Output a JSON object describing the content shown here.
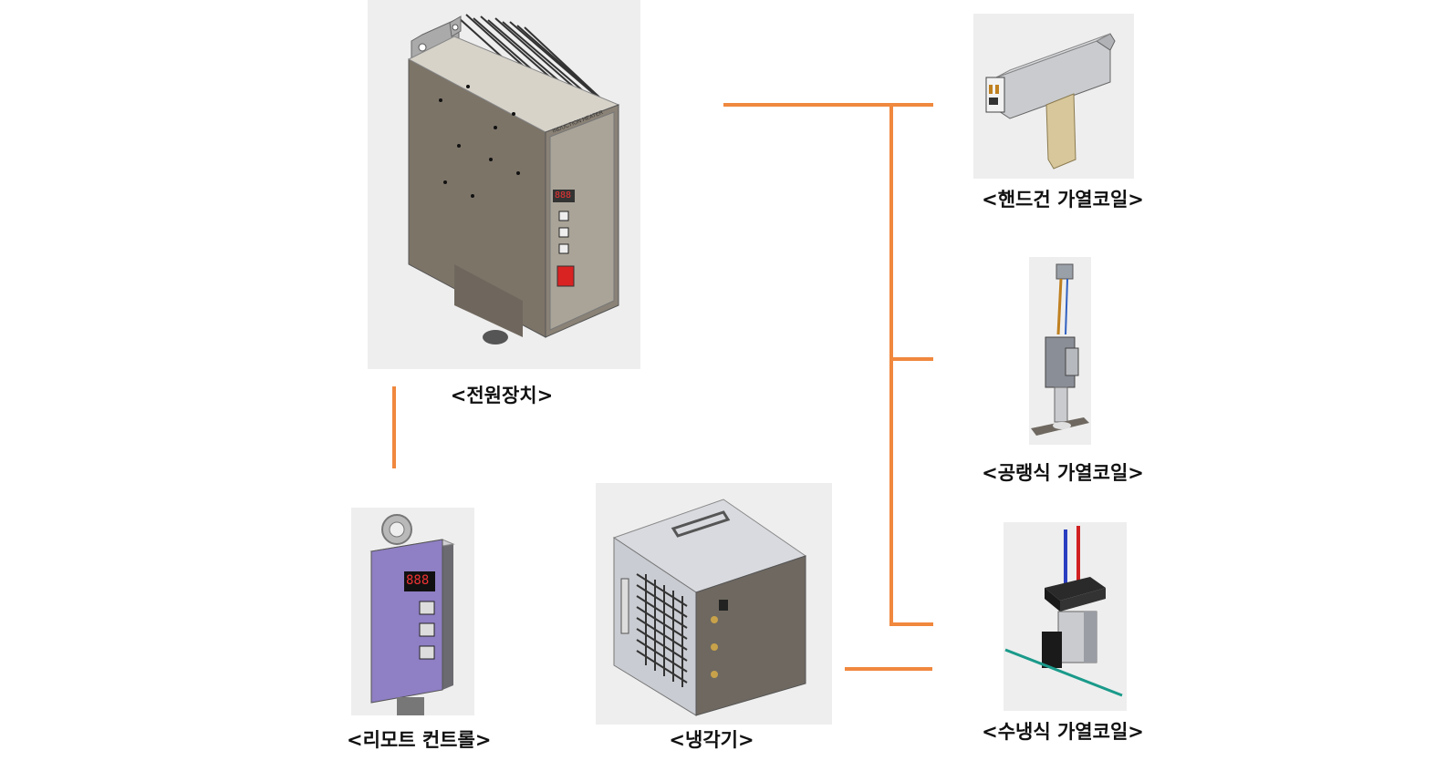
{
  "components": {
    "power_supply": {
      "label": "<전원장치>",
      "panel_title": "INDUCTION HEATER",
      "display": "888"
    },
    "remote_control": {
      "label": "<리모트 컨트롤>",
      "display": "888"
    },
    "chiller": {
      "label": "<냉각기>"
    },
    "handgun_coil": {
      "label": "<핸드건 가열코일>"
    },
    "air_cooled_coil": {
      "label": "<공랭식 가열코일>"
    },
    "water_cooled_coil": {
      "label": "<수냉식 가열코일>"
    }
  },
  "colors": {
    "connector": "#f0883e",
    "housing": "#7d7468",
    "remote_face": "#8f7fc4",
    "chiller_body": "#c9ccd2",
    "grip": "#d8c79a"
  }
}
